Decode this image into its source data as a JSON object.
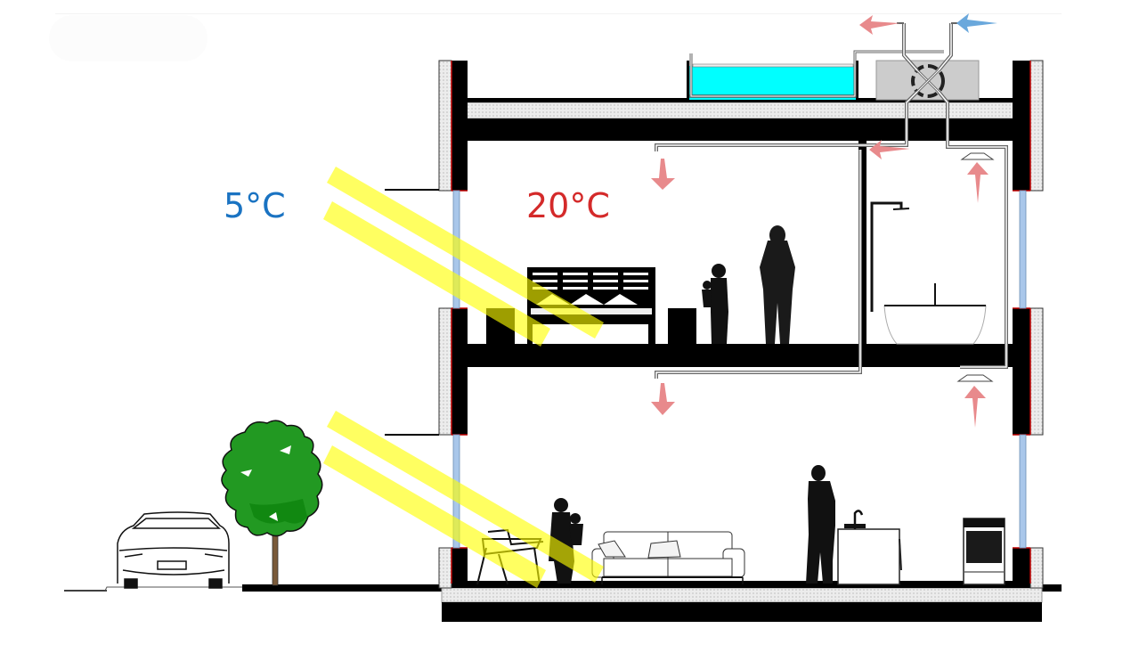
{
  "diagram": {
    "type": "building-section",
    "subject": "Passive house section with heat-recovery ventilation",
    "labels": {
      "outdoor_temperature": "5°C",
      "indoor_temperature": "20°C"
    },
    "colors": {
      "outdoor_temp_text": "#1a73c2",
      "indoor_temp_text": "#d42a2a",
      "warm_air_arrow": "#e88a8c",
      "cold_air_arrow": "#6aa8dc",
      "sunlight": "#ffff55",
      "structure": "#000000",
      "insulation": "#e6e6e6",
      "glazing": "#a9c7ea",
      "airtight_layer": "#c00000",
      "roof_pool_water": "#00ffff",
      "hrv_unit": "#cccccc",
      "tree_foliage": "#2a9a2a",
      "tree_trunk": "#7a5a3a"
    },
    "elements": {
      "roof": [
        "roof-slab",
        "roof-pool",
        "heat-recovery-unit",
        "exhaust-outlet",
        "fresh-air-intake"
      ],
      "upper_floor": [
        "bed",
        "nightstand-left",
        "nightstand-right",
        "child-with-teddy",
        "woman-silhouette",
        "shower",
        "bathtub",
        "supply-diffuser",
        "extract-grille"
      ],
      "ground_floor": [
        "armchair",
        "girl-with-teddy",
        "sofa",
        "man-silhouette",
        "kitchen-sink",
        "oven",
        "supply-diffuser",
        "extract-grille"
      ],
      "outside": [
        "car",
        "tree",
        "sun-rays-upper",
        "sun-rays-lower",
        "ground-line"
      ]
    },
    "airflow": {
      "exhaust_to_outside": "warm-air-arrow left",
      "fresh_air_intake": "cold-air-arrow left",
      "supply_upper": "down",
      "extract_upper": "up",
      "supply_lower": "down",
      "extract_lower": "up"
    }
  }
}
